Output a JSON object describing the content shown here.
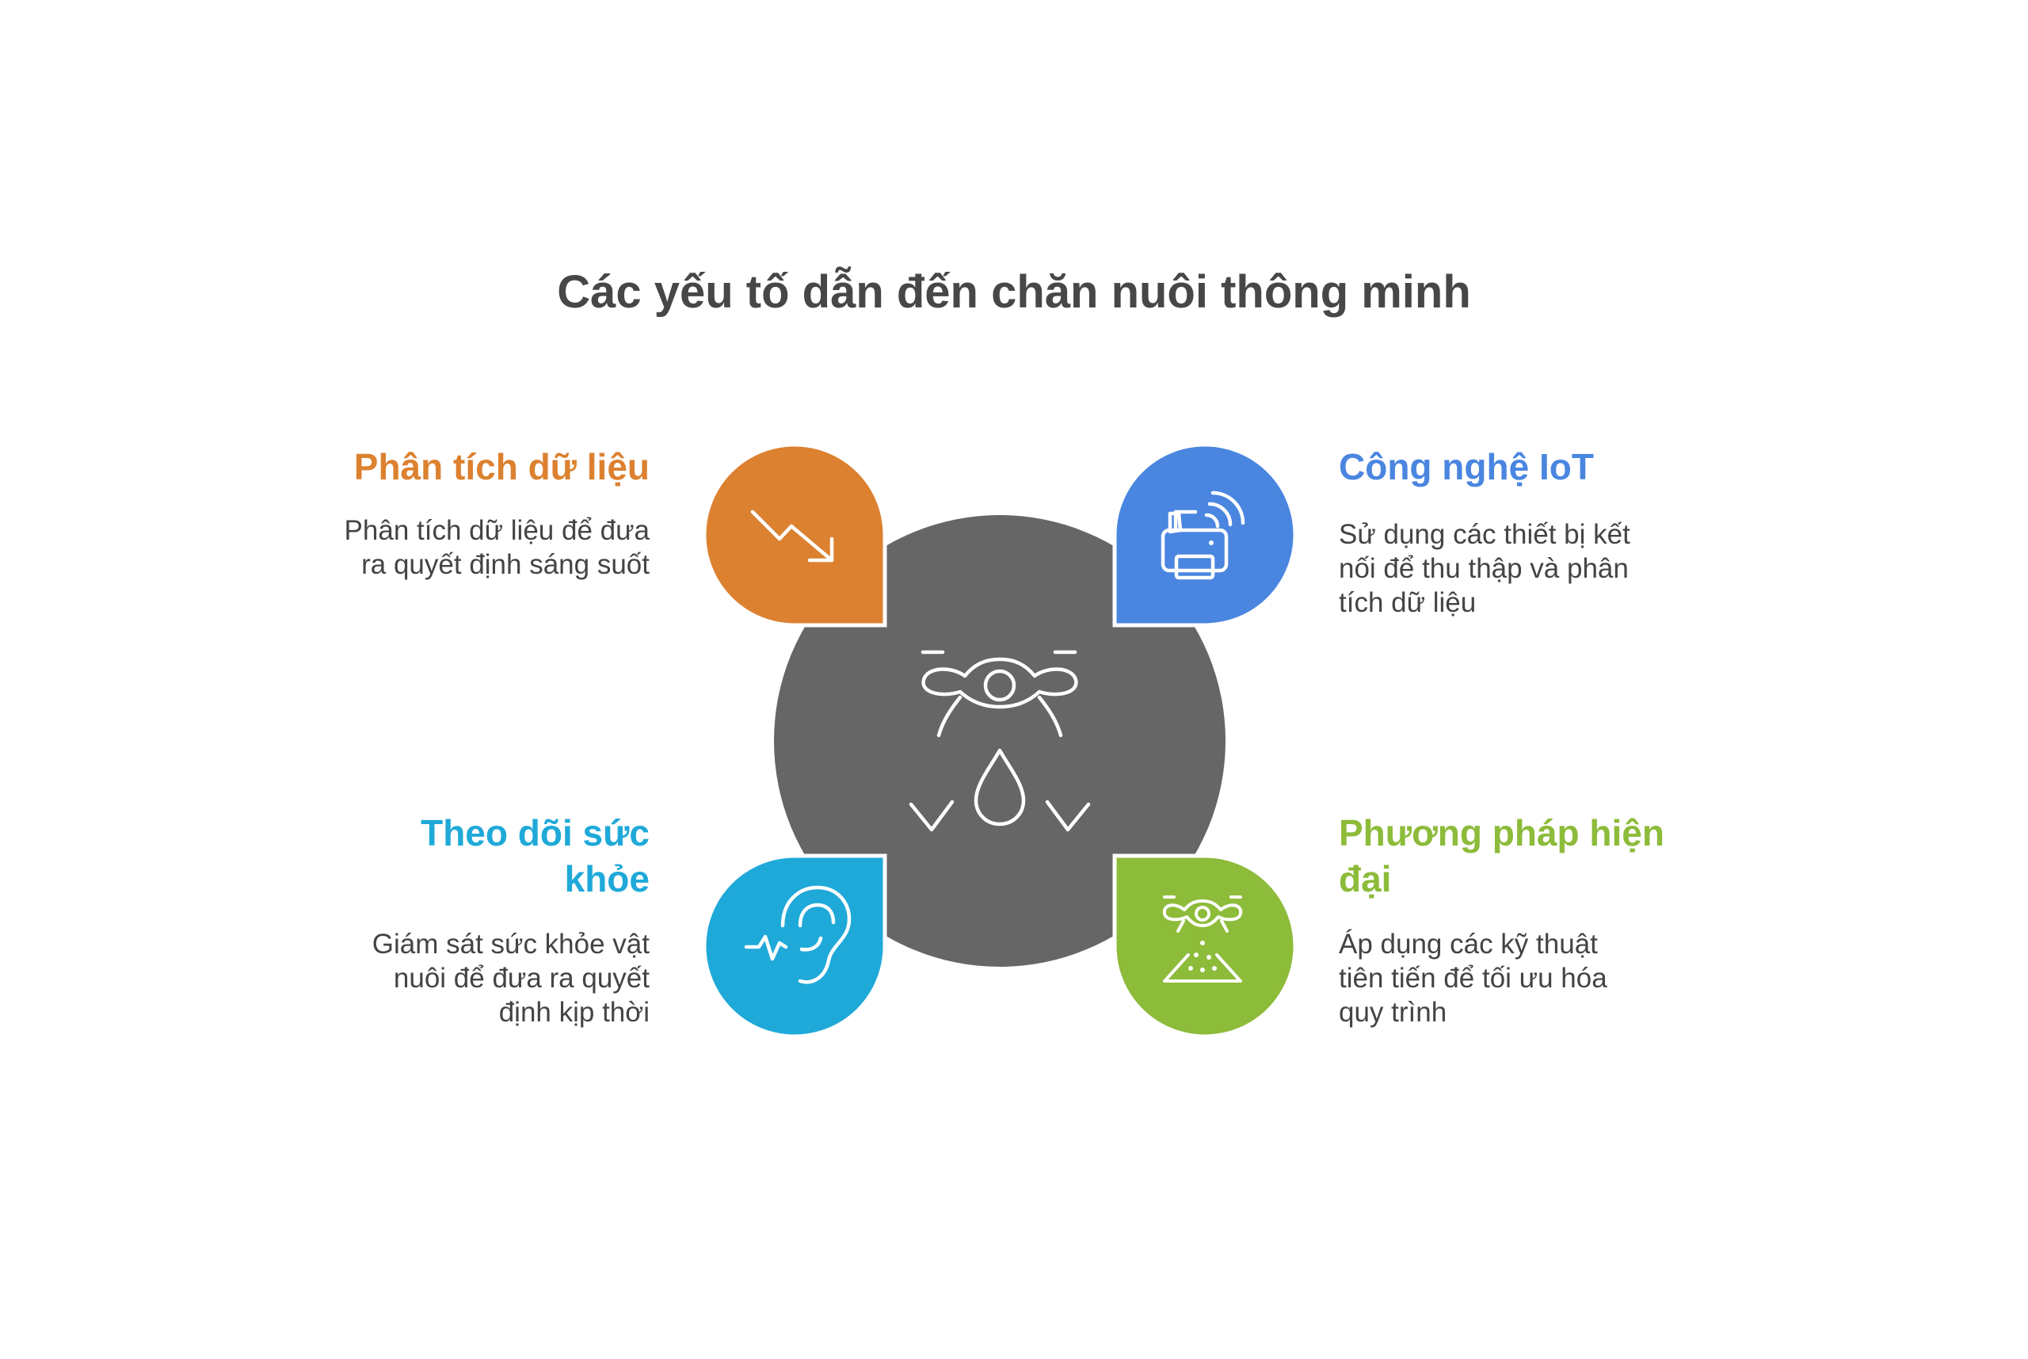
{
  "title": "Các yếu tố dẫn đến chăn nuôi thông minh",
  "center": {
    "icon": "drone-icon",
    "color": "#666666"
  },
  "items": [
    {
      "position": "top-left",
      "heading": "Phân tích dữ liệu",
      "description": "Phân tích dữ liệu để đưa ra quyết định sáng suốt",
      "color": "#DC8130",
      "icon": "trend-down-arrow-icon"
    },
    {
      "position": "top-right",
      "heading": "Công nghệ IoT",
      "description": "Sử dụng các thiết bị kết nối để thu thập và phân tích dữ liệu",
      "color": "#4A86E0",
      "icon": "wireless-printer-icon"
    },
    {
      "position": "bottom-left",
      "heading": "Theo dõi sức khỏe",
      "description": "Giám sát sức khỏe vật nuôi để đưa ra quyết định kịp thời",
      "color": "#1FA9D9",
      "icon": "ear-sound-icon"
    },
    {
      "position": "bottom-right",
      "heading": "Phương pháp hiện đại",
      "description": "Áp dụng các kỹ thuật tiên tiến để tối ưu hóa quy trình",
      "color": "#8DBB3A",
      "icon": "spraying-drone-icon"
    }
  ]
}
